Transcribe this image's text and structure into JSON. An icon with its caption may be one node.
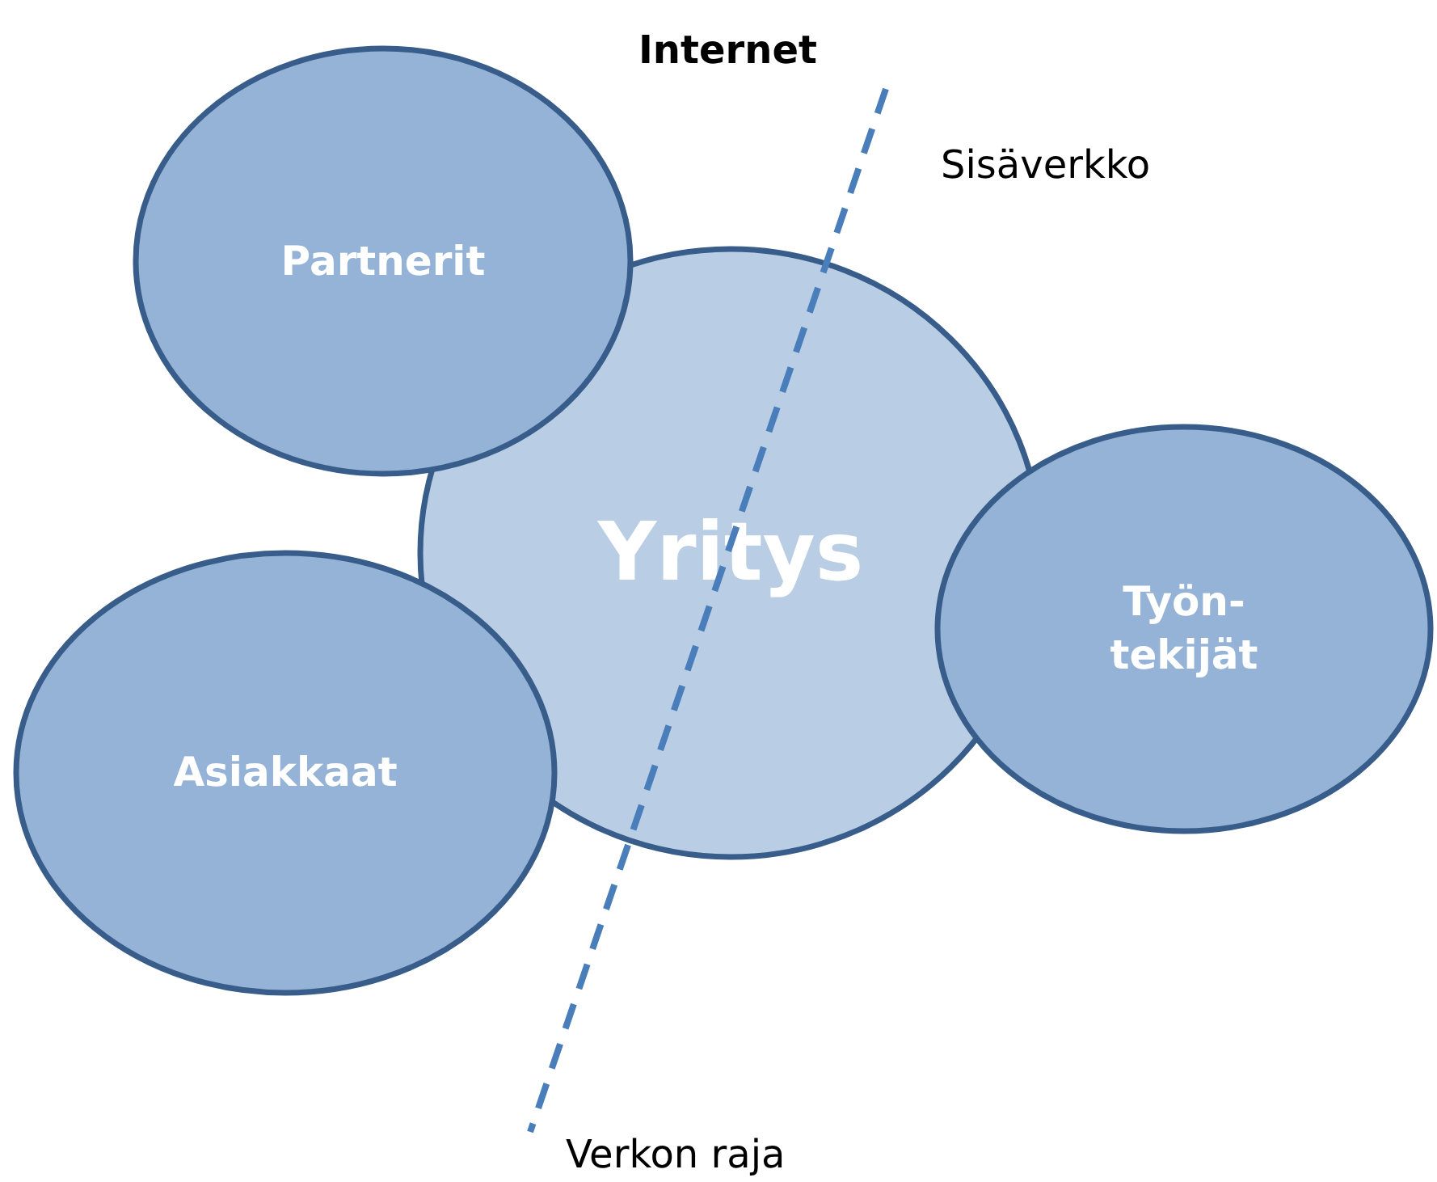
{
  "diagram": {
    "nodes": [
      {
        "text": [
          "Yritys"
        ]
      },
      {
        "text": [
          "Partnerit"
        ]
      },
      {
        "text": [
          "Asiakkaat"
        ]
      },
      {
        "text": [
          "Työn- tekijät"
        ]
      }
    ],
    "labels": [
      "Internet",
      "Sisäverkko",
      "Verkon raja"
    ]
  }
}
